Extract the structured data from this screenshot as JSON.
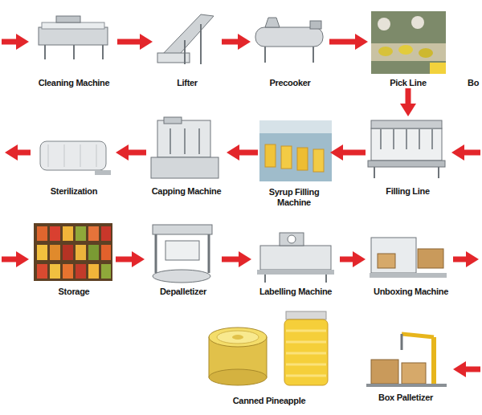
{
  "diagram": {
    "nodes": [
      {
        "text": [
          "Cleaning Machine"
        ]
      },
      {
        "text": [
          "Lifter"
        ]
      },
      {
        "text": [
          "Precooker"
        ]
      },
      {
        "text": [
          "Pick Line"
        ]
      },
      {
        "text": [
          "Sterilization"
        ]
      },
      {
        "text": [
          "Capping Machine"
        ]
      },
      {
        "text": [
          "Syrup Filling Machine"
        ]
      },
      {
        "text": [
          "Filling Line"
        ]
      },
      {
        "text": [
          "Storage"
        ]
      },
      {
        "text": [
          "Depalletizer"
        ]
      },
      {
        "text": [
          "Labelling Machine"
        ]
      },
      {
        "text": [
          "Unboxing Machine"
        ]
      },
      {
        "text": [
          "Canned Pineapple"
        ]
      },
      {
        "text": [
          "Box Palletizer"
        ]
      }
    ],
    "edges": [
      {
        "from": 0,
        "to": 1,
        "arrow": "to"
      },
      {
        "from": 1,
        "to": 2,
        "arrow": "to"
      },
      {
        "from": 2,
        "to": 3,
        "arrow": "to"
      },
      {
        "from": 3,
        "to": 7,
        "arrow": "to"
      },
      {
        "from": 7,
        "to": 6,
        "arrow": "to"
      },
      {
        "from": 6,
        "to": 5,
        "arrow": "to"
      },
      {
        "from": 5,
        "to": 4,
        "arrow": "to"
      },
      {
        "from": 8,
        "to": 9,
        "arrow": "to"
      },
      {
        "from": 9,
        "to": 10,
        "arrow": "to"
      },
      {
        "from": 10,
        "to": 11,
        "arrow": "to"
      }
    ],
    "labels": [
      "Bo"
    ]
  }
}
